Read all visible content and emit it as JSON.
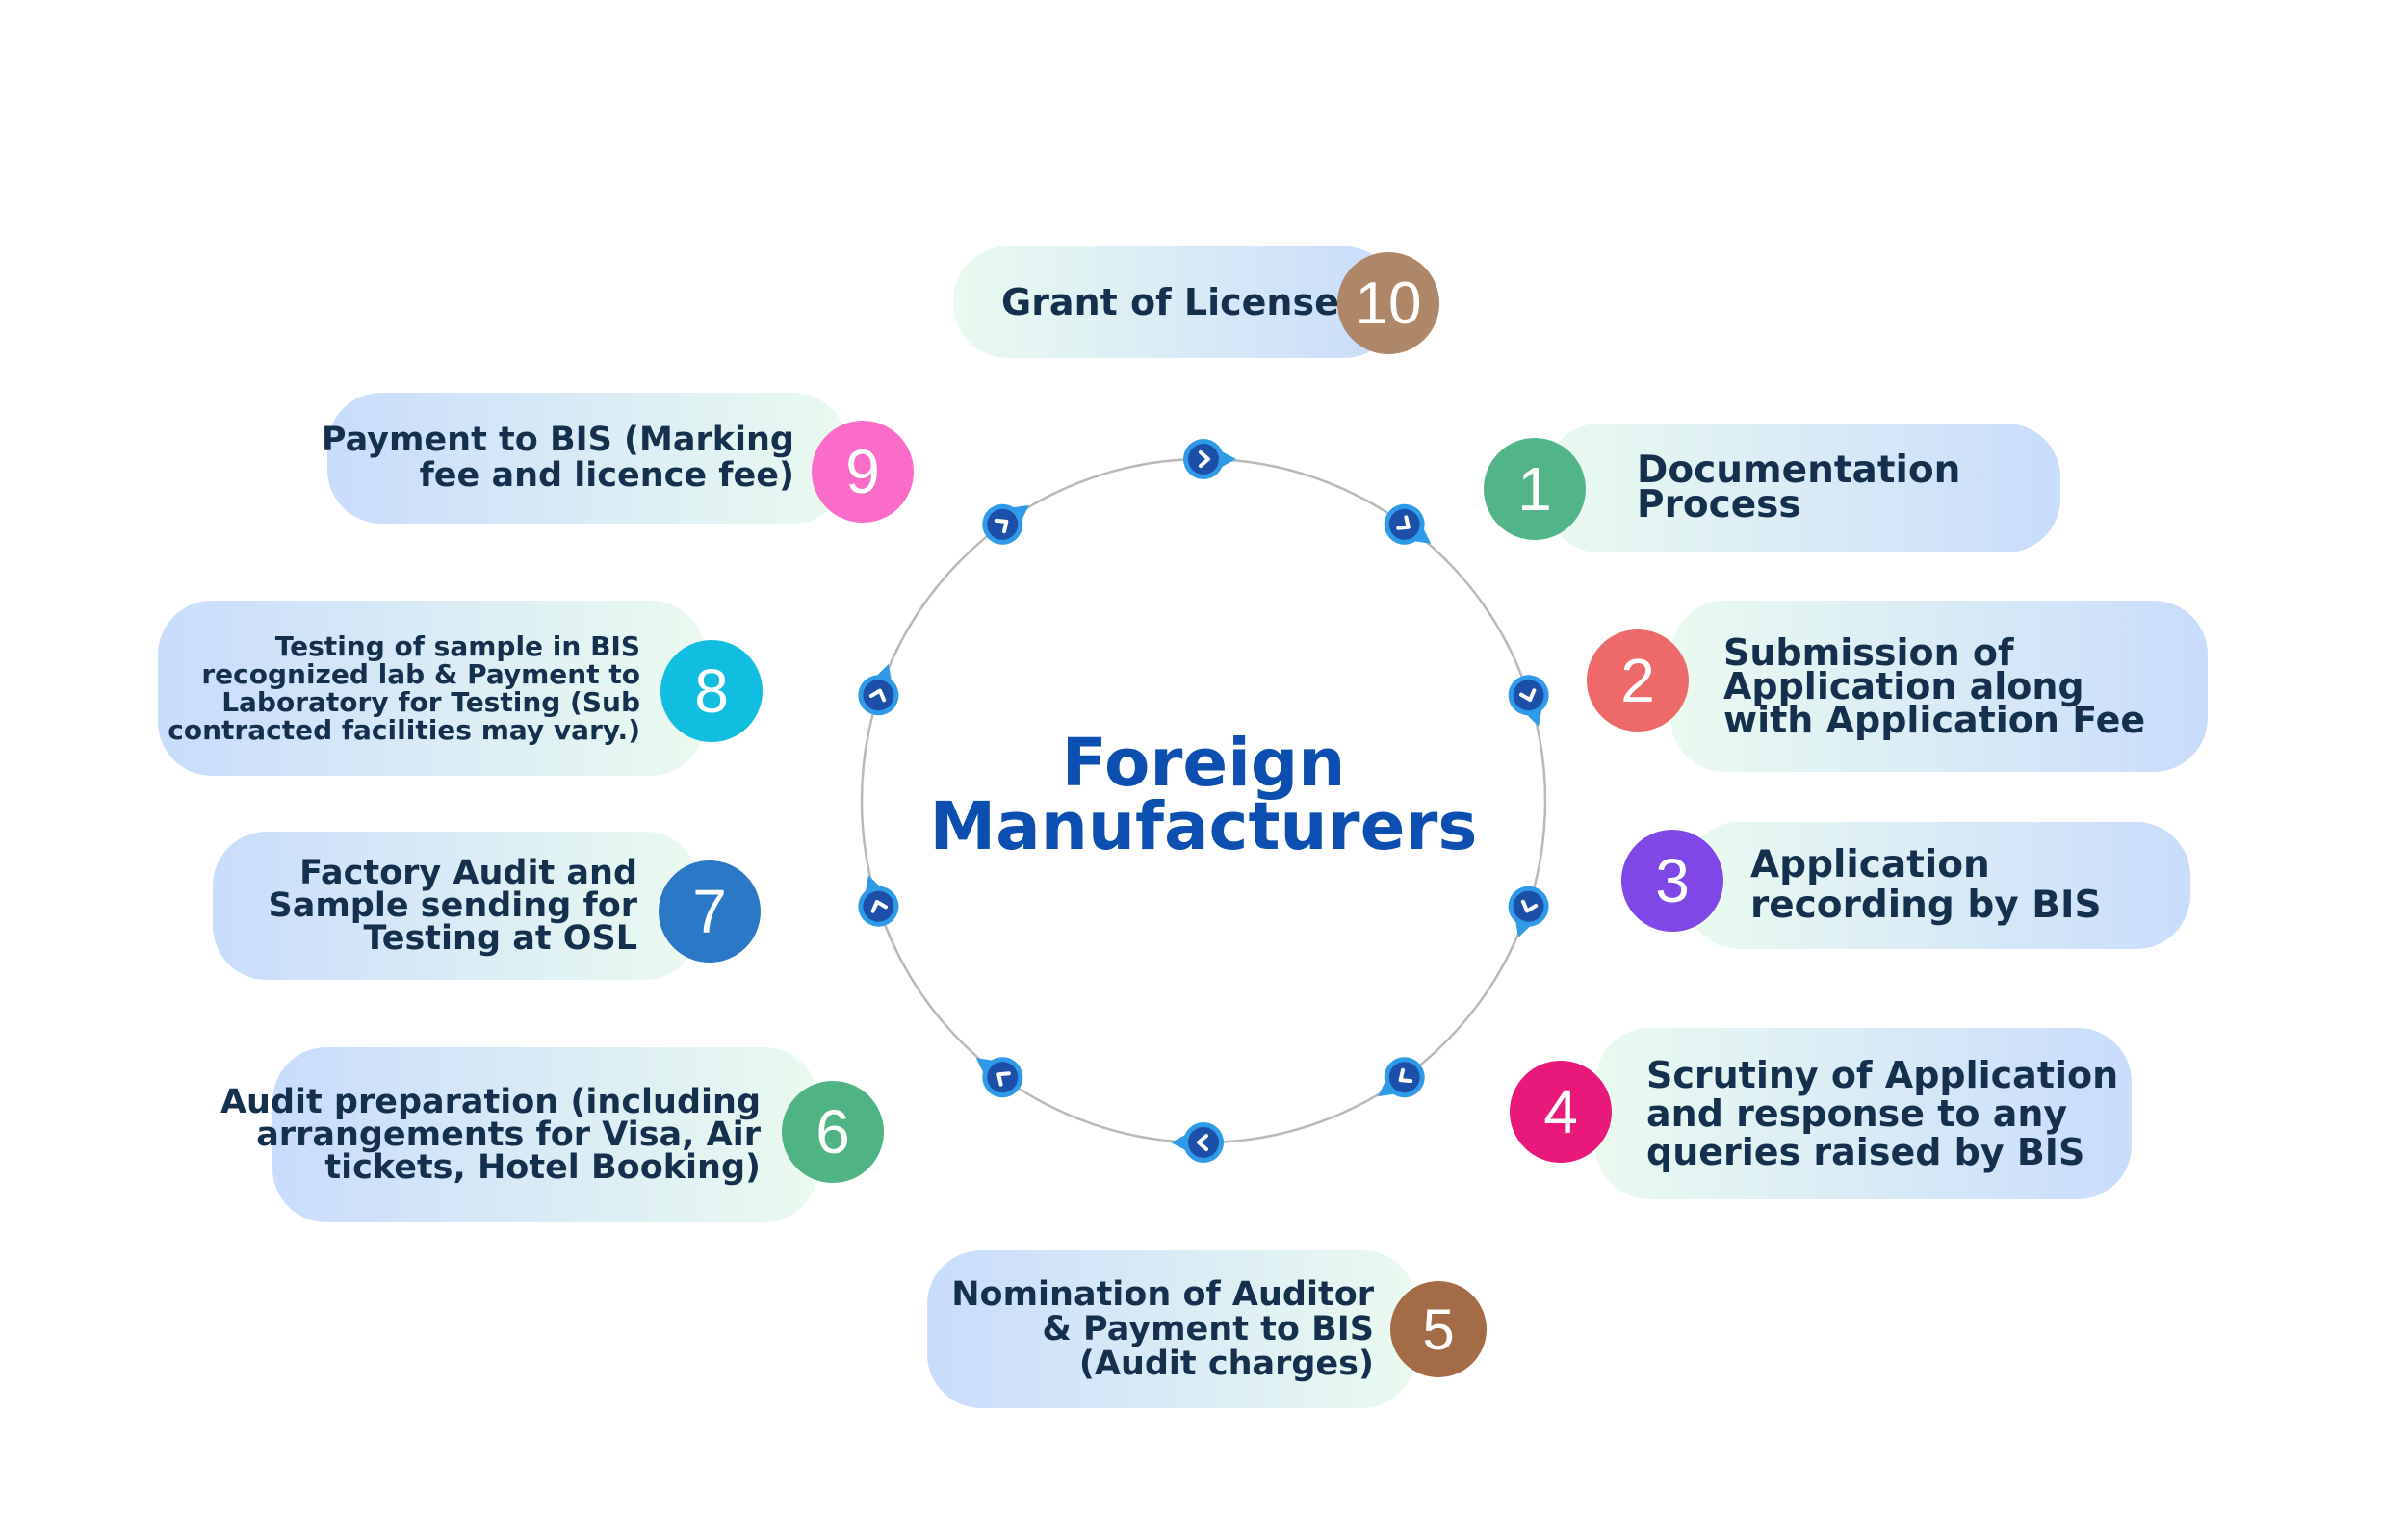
{
  "diagram": {
    "center_title": [
      "Foreign",
      "Manufacturers"
    ],
    "ring_color": "#b9b9b9",
    "marker_color": "#1c4fa8",
    "marker_accent": "#2f9be8",
    "steps": [
      {
        "number": "1",
        "lines": [
          "Documentation",
          "Process"
        ],
        "color": "#52b58a"
      },
      {
        "number": "2",
        "lines": [
          "Submission of",
          "Application along",
          "with Application Fee"
        ],
        "color": "#ee6a6a"
      },
      {
        "number": "3",
        "lines": [
          "Application",
          "recording by BIS"
        ],
        "color": "#7e47e6"
      },
      {
        "number": "4",
        "lines": [
          "Scrutiny of Application",
          "and response to any",
          "queries raised by BIS"
        ],
        "color": "#e8197a"
      },
      {
        "number": "5",
        "lines": [
          "Nomination of Auditor",
          "& Payment to BIS",
          "(Audit charges)"
        ],
        "color": "#a46b47"
      },
      {
        "number": "6",
        "lines": [
          "Audit preparation (including",
          "arrangements for Visa, Air",
          "tickets, Hotel Booking)"
        ],
        "color": "#4fb383"
      },
      {
        "number": "7",
        "lines": [
          "Factory Audit and",
          "Sample sending for",
          "Testing at OSL"
        ],
        "color": "#2b78c6"
      },
      {
        "number": "8",
        "lines": [
          "Testing of sample in BIS",
          "recognized lab & Payment to",
          "Laboratory for Testing (Sub",
          "contracted facilities may vary.)"
        ],
        "color": "#12bedf"
      },
      {
        "number": "9",
        "lines": [
          "Payment to BIS (Marking",
          "fee and licence fee)"
        ],
        "color": "#fb6cc8"
      },
      {
        "number": "10",
        "lines": [
          "Grant of License"
        ],
        "color": "#ae8768"
      }
    ]
  }
}
